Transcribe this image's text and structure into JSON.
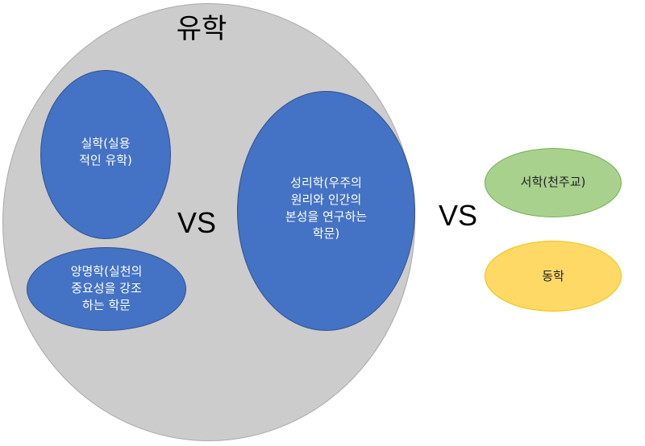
{
  "title": "유학",
  "inner_vs": "VS",
  "outer_vs": "VS",
  "nodes": {
    "silhak": {
      "lines": [
        "실학(실용",
        "적인 유학)"
      ]
    },
    "yangmyeonghak": {
      "lines": [
        "양명학(실천의",
        "중요성을 강조",
        "하는 학문"
      ]
    },
    "seongnihak": {
      "lines": [
        "성리학(우주의",
        "원리와 인간의",
        "본성을 연구하는",
        "학문)"
      ]
    },
    "seohak": {
      "label": "서학(천주교)"
    },
    "donghak": {
      "label": "동학"
    }
  },
  "colors": {
    "outer_circle": "#cccccc",
    "blue_node": "#4472c4",
    "green_node": "#a9d18e",
    "yellow_node": "#ffd966"
  }
}
